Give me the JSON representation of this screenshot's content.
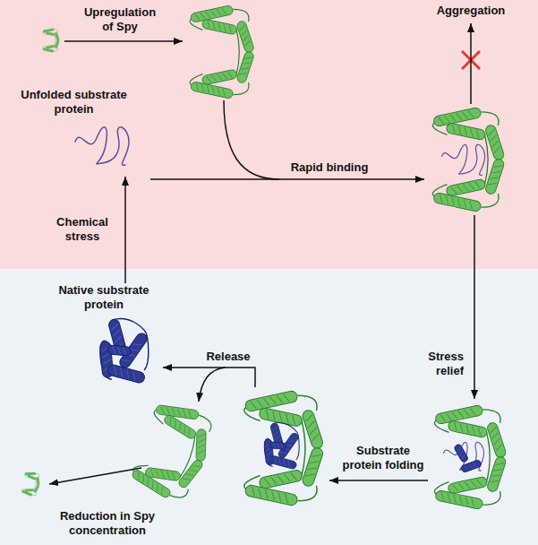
{
  "diagram": {
    "nodes": [
      {
        "text": [
          "Unfolded substrate protein"
        ]
      },
      {
        "text": [
          "Native substrate protein"
        ]
      }
    ],
    "edges": [
      {
        "from": 1,
        "to": 0,
        "arrow": "to",
        "label": "Chemical stress"
      }
    ],
    "labels": [
      "Upregulation of Spy",
      "Aggregation",
      "Rapid binding",
      "Stress relief",
      "Substrate protein folding",
      "Release",
      "Reduction in Spy concentration"
    ]
  }
}
